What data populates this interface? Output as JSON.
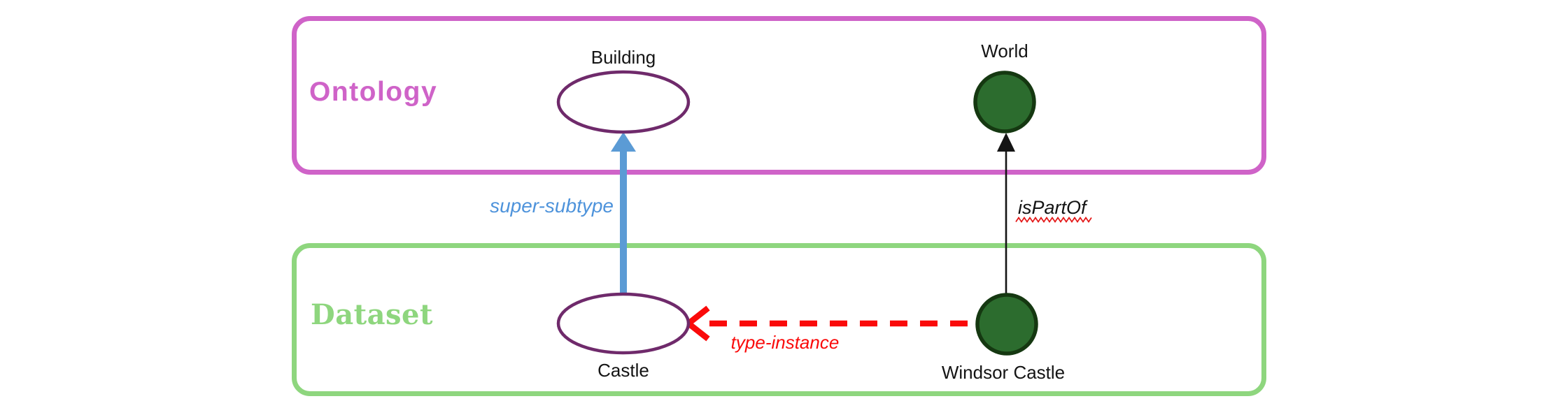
{
  "diagram": {
    "layers": {
      "ontology": {
        "label": "Ontology",
        "border_color": "#cf63c8"
      },
      "dataset": {
        "label": "Dataset",
        "border_color": "#8ed67e"
      }
    },
    "nodes": {
      "building": {
        "label": "Building",
        "layer": "Ontology",
        "shape": "ellipse",
        "stroke": "#6f2a6b",
        "fill": "#ffffff"
      },
      "world": {
        "label": "World",
        "layer": "Ontology",
        "shape": "circle",
        "stroke": "#153811",
        "fill": "#2c6c2e"
      },
      "castle": {
        "label": "Castle",
        "layer": "Dataset",
        "shape": "ellipse",
        "stroke": "#6f2a6b",
        "fill": "#ffffff"
      },
      "windsor_castle": {
        "label": "Windsor Castle",
        "layer": "Dataset",
        "shape": "circle",
        "stroke": "#153811",
        "fill": "#2c6c2e"
      }
    },
    "edges": {
      "super_subtype": {
        "label": "super-subtype",
        "from": "Castle",
        "to": "Building",
        "style": "thick solid arrow",
        "color": "#5b9bd5",
        "label_color": "#4e93db"
      },
      "type_instance": {
        "label": "type-instance",
        "from": "Windsor Castle",
        "to": "Castle",
        "style": "thick dashed arrow, open chevron head",
        "color": "#fa0a0a",
        "label_color": "#fa0a0a"
      },
      "is_part_of": {
        "label": "isPartOf",
        "from": "Windsor Castle",
        "to": "World",
        "style": "thin solid arrow",
        "color": "#141414",
        "label_color": "#141414",
        "label_underline": "red wavy spellcheck squiggle"
      }
    }
  }
}
